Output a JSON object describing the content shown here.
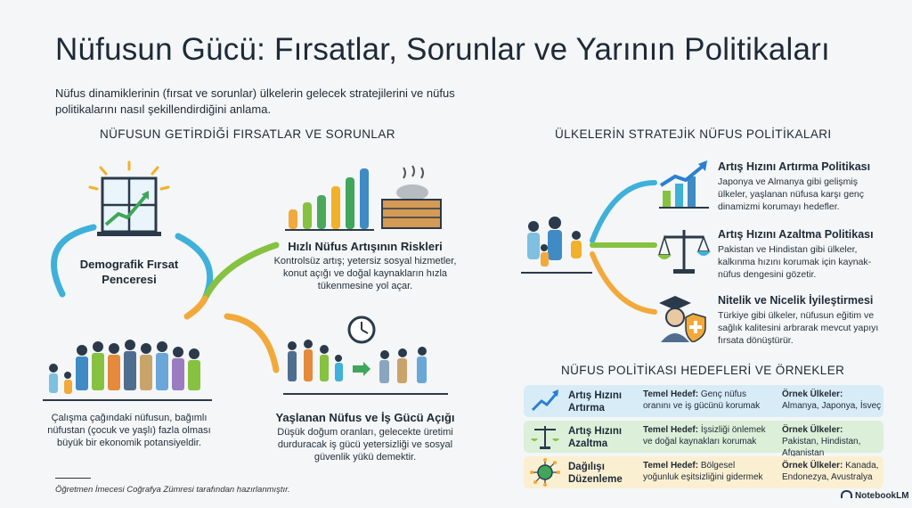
{
  "title": "Nüfusun Gücü: Fırsatlar, Sorunlar ve Yarının Politikaları",
  "subtitle": "Nüfus dinamiklerinin (fırsat ve sorunlar) ülkelerin gelecek stratejilerini ve nüfus politikalarını nasıl şekillendirdiğini anlama.",
  "left": {
    "heading": "NÜFUSUN GETİRDİĞİ FIRSATLAR VE SORUNLAR",
    "window_label": "Demografik Fırsat Penceresi",
    "family_desc": "Çalışma çağındaki nüfusun, bağımlı nüfustan (çocuk ve yaşlı) fazla olması büyük bir ekonomik potansiyeldir.",
    "growth_title": "Hızlı Nüfus Artışının Riskleri",
    "growth_desc": "Kontrolsüz artış; yetersiz sosyal hizmetler, konut açığı ve doğal kaynakların hızla tükenmesine yol açar.",
    "aging_title": "Yaşlanan Nüfus ve İş Gücü Açığı",
    "aging_desc": "Düşük doğum oranları, gelecekte üretimi durduracak iş gücü yetersizliği ve sosyal güvenlik yükü demektir."
  },
  "right": {
    "heading": "ÜLKELERİN STRATEJİK NÜFUS POLİTİKALARI",
    "policies": [
      {
        "title": "Artış Hızını Artırma Politikası",
        "desc": "Japonya ve Almanya gibi gelişmiş ülkeler, yaşlanan nüfusa karşı genç dinamizmi korumayı hedefler."
      },
      {
        "title": "Artış Hızını Azaltma Politikası",
        "desc": "Pakistan ve Hindistan gibi ülkeler, kalkınma hızını korumak için kaynak-nüfus dengesini gözetir."
      },
      {
        "title": "Nitelik ve Nicelik İyileştirmesi",
        "desc": "Türkiye gibi ülkeler, nüfusun eğitim ve sağlık kalitesini arbrarak mevcut yapıyı fırsata dönüştürür."
      }
    ],
    "table_heading": "NÜFUS POLİTİKASI HEDEFLERİ VE ÖRNEKLER",
    "rows": [
      {
        "label": "Artış Hızını Artırma",
        "goal_key": "Temel Hedef:",
        "goal": "Genç nüfus oranını ve iş gücünü korumak",
        "ex_key": "Örnek Ülkeler:",
        "ex": "Almanya, Japonya, İsveç",
        "bg": "#d8ecf7"
      },
      {
        "label": "Artış Hızını Azaltma",
        "goal_key": "Temel Hedef:",
        "goal": "İşsizliği önlemek ve doğal kaynakları korumak",
        "ex_key": "Örnek Ülkeler:",
        "ex": "Pakistan, Hindistan, Afganistan",
        "bg": "#dcefd9"
      },
      {
        "label": "Dağılışı Düzenleme",
        "goal_key": "Temel Hedef:",
        "goal": "Bölgesel yoğunluk eşitsizliğini gidermek",
        "ex_key": "Örnek Ülkeler:",
        "ex": "Kanada, Endonezya, Avustralya",
        "bg": "#fbefd2"
      }
    ]
  },
  "footer": "Öğretmen İmecesi Coğrafya Zümresi tarafından hazırlanmıştır.",
  "brand": "NotebookLM",
  "colors": {
    "blue": "#3fb0d9",
    "green": "#86c240",
    "orange": "#f2a93b",
    "navy": "#1e3a5f"
  }
}
